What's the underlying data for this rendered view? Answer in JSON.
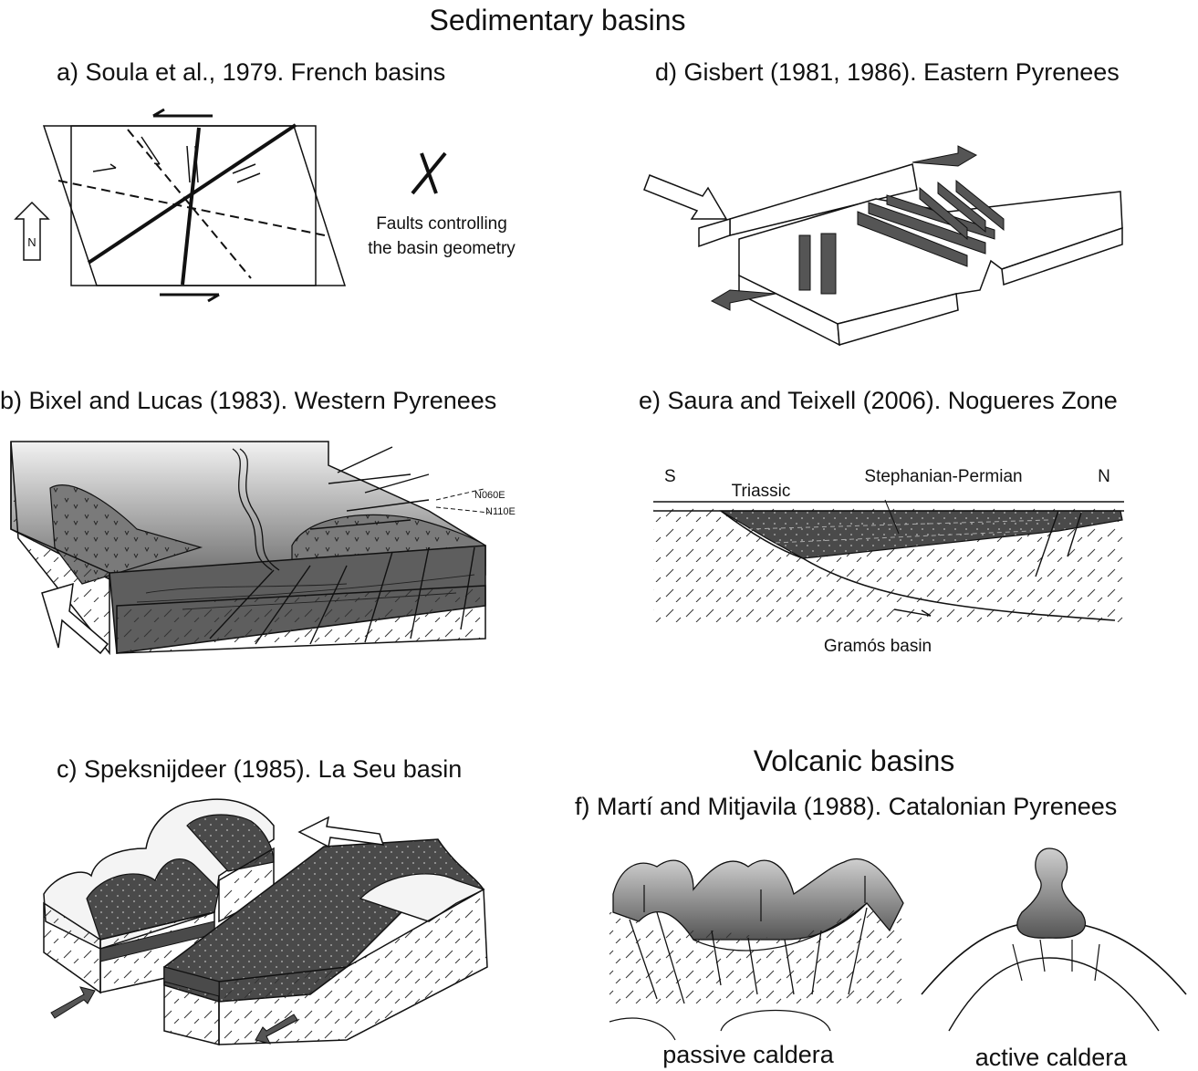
{
  "titles": {
    "sedimentary": "Sedimentary basins",
    "volcanic": "Volcanic basins"
  },
  "panels": {
    "a": {
      "heading": "a) Soula et al., 1979.  French basins",
      "north": "N",
      "legend_line1": "Faults controlling",
      "legend_line2": "the basin geometry"
    },
    "b": {
      "heading": "b) Bixel  and Lucas (1983).  Western Pyrenees",
      "label1": "N060E",
      "label2": "N110E"
    },
    "c": {
      "heading": "c) Speksnijdeer (1985). La Seu basin"
    },
    "d": {
      "heading": "d) Gisbert (1981, 1986). Eastern Pyrenees"
    },
    "e": {
      "heading": "e) Saura and Teixell (2006). Nogueres Zone",
      "south": "S",
      "north": "N",
      "triassic": "Triassic",
      "stephanian": "Stephanian-Permian",
      "basin": "Gramós basin"
    },
    "f": {
      "heading": "f) Martí and Mitjavila (1988).  Catalonian Pyrenees",
      "passive": "passive caldera",
      "active": "active caldera"
    }
  },
  "colors": {
    "ink": "#111111",
    "dark_fill": "#4a4a4a",
    "mid_fill": "#8a8a8a",
    "light_fill": "#d4d4d4"
  }
}
